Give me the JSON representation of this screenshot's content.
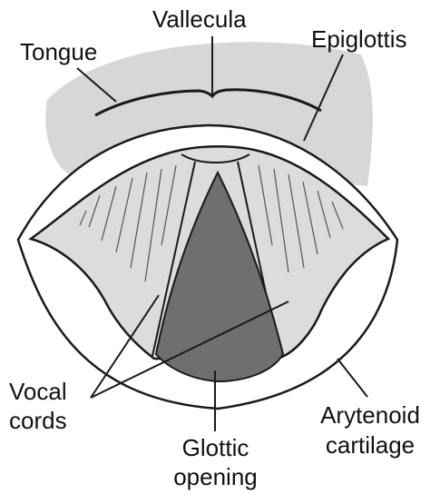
{
  "diagram": {
    "labels": {
      "vallecula": "Vallecula",
      "tongue": "Tongue",
      "epiglottis": "Epiglottis",
      "vocal_cords_line1": "Vocal",
      "vocal_cords_line2": "cords",
      "glottic_opening_line1": "Glottic",
      "glottic_opening_line2": "opening",
      "arytenoid_line1": "Arytenoid",
      "arytenoid_line2": "cartilage"
    },
    "colors": {
      "tongue_fill": "#d7d7d7",
      "fold_fill": "#dcdcdc",
      "glottis_fill": "#6f6f6f",
      "outline": "#1a1a1a",
      "background": "#ffffff"
    }
  }
}
